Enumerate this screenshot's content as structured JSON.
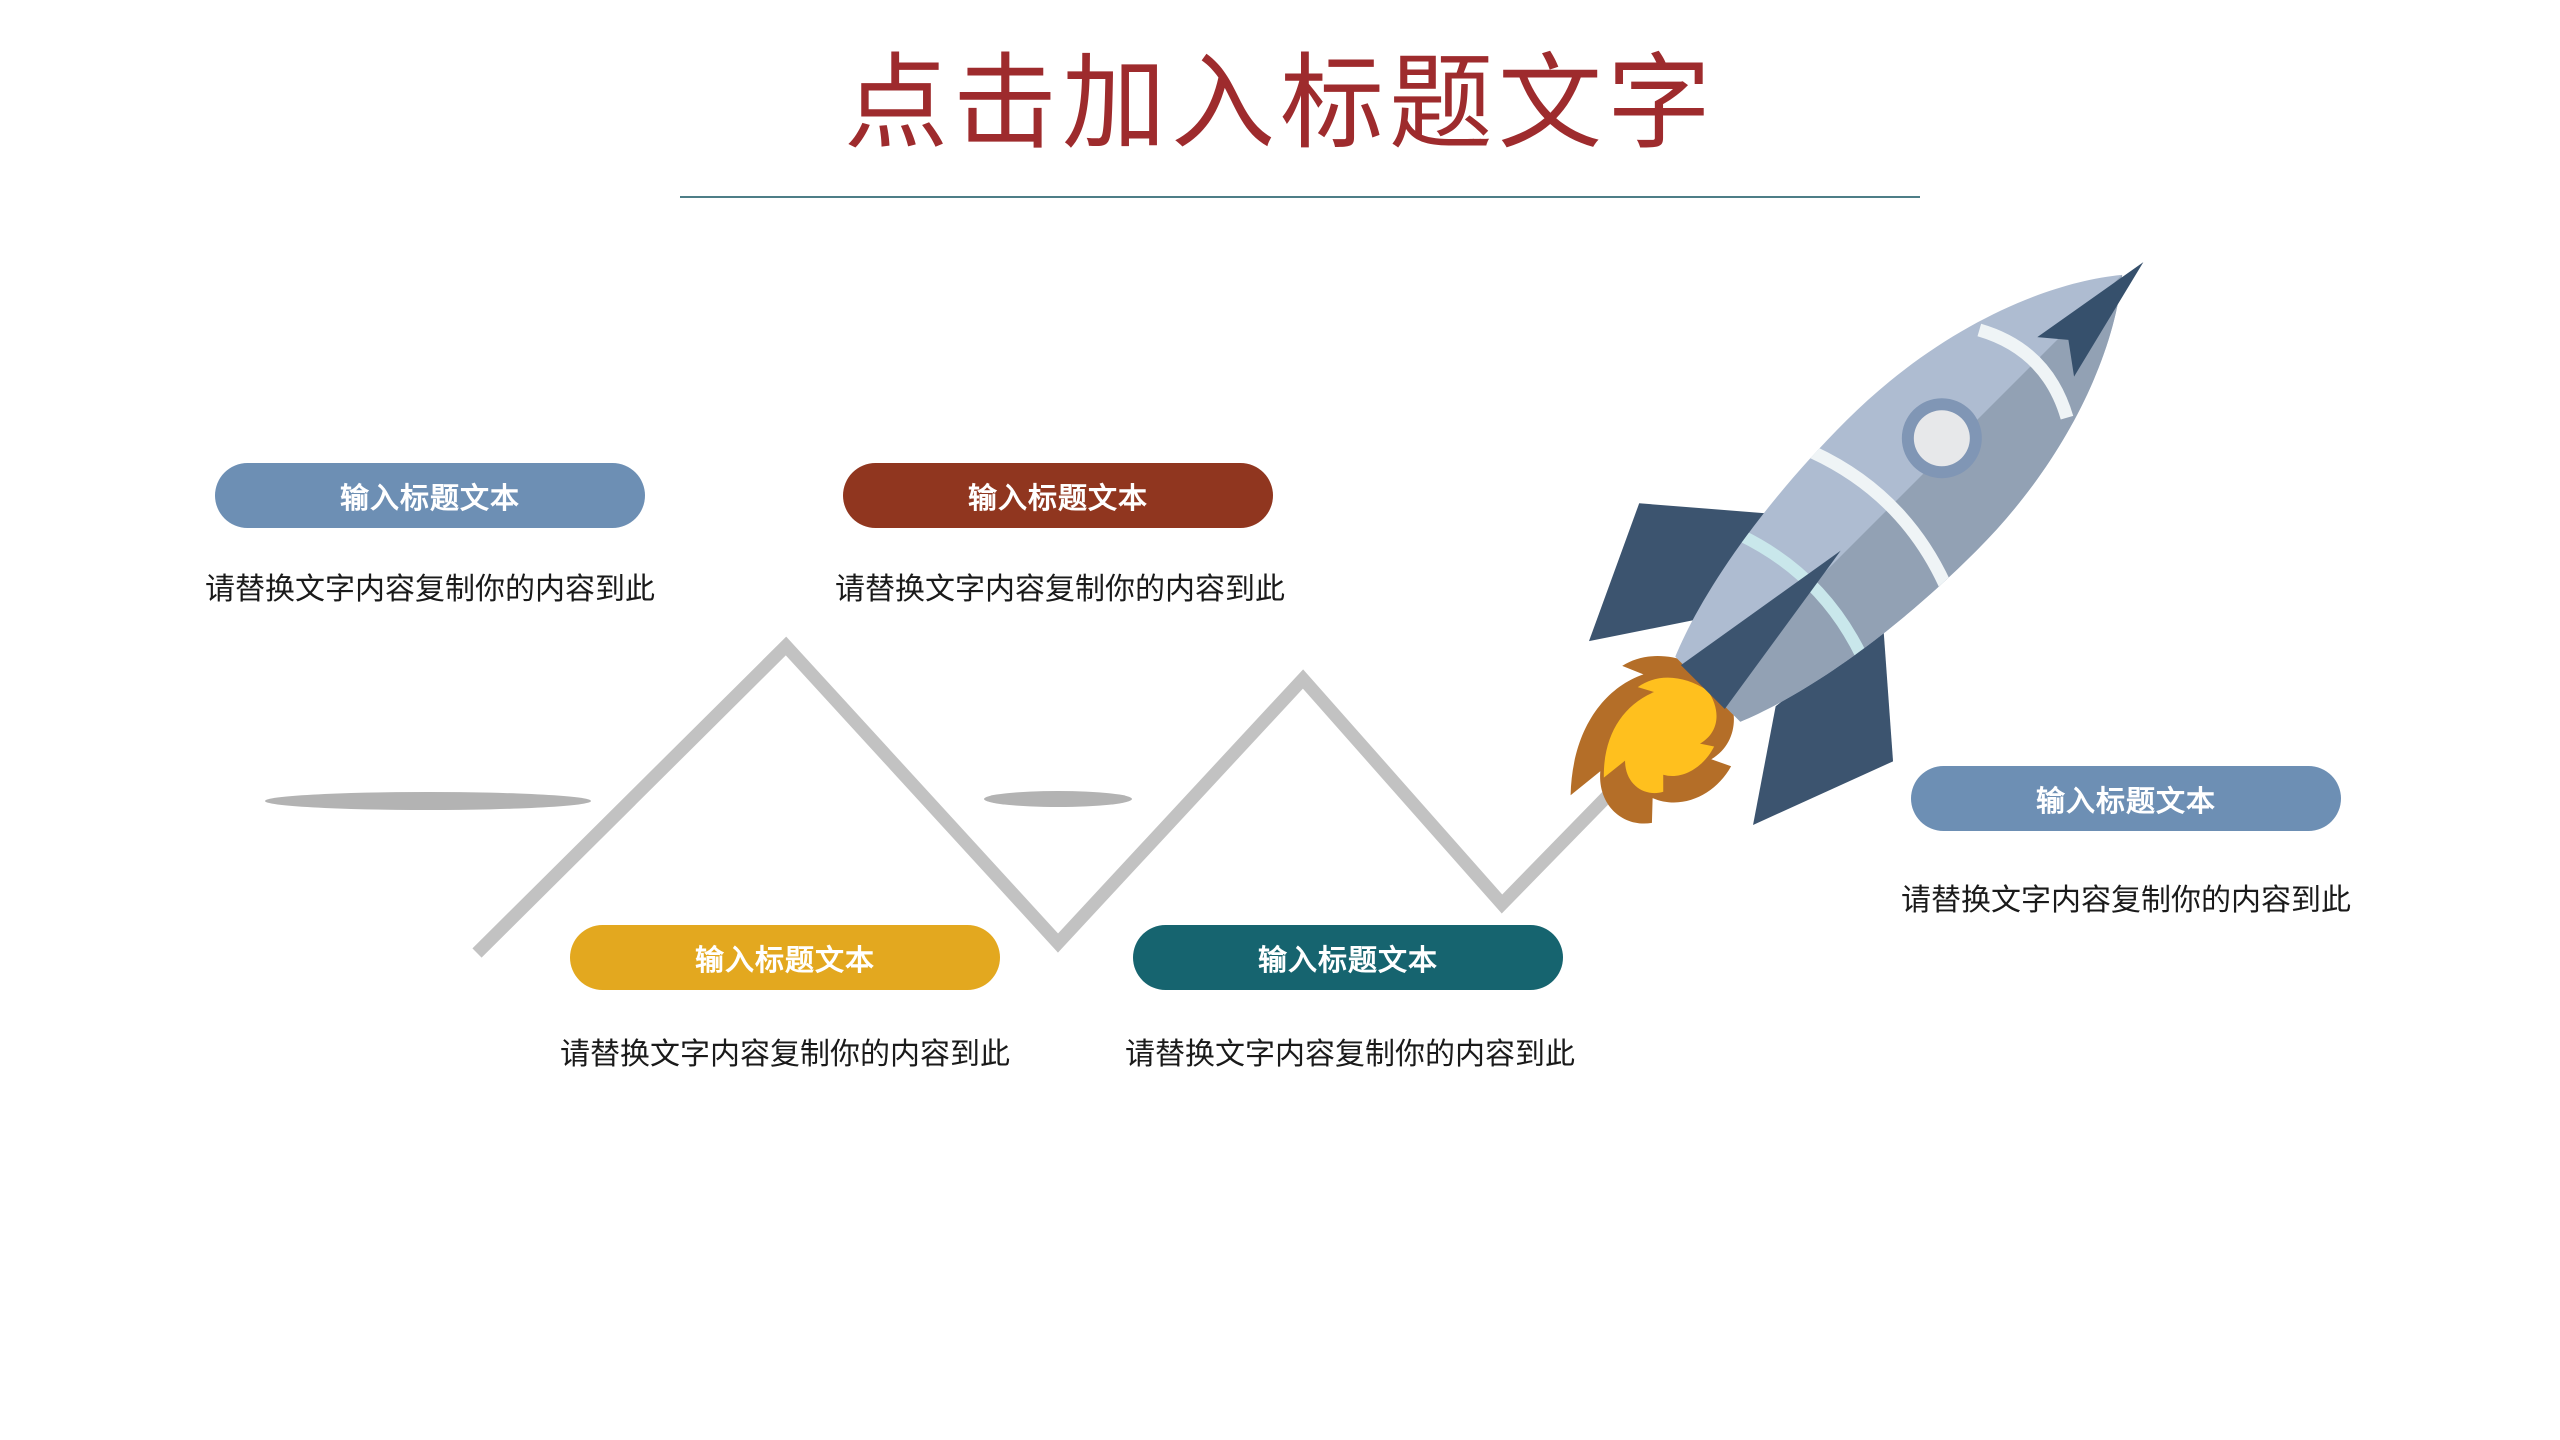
{
  "slide": {
    "title": "点击加入标题文字",
    "colors": {
      "title": "#9E2B2D",
      "divider": "#4E7E87",
      "zigzag_line": "#C2C2C2",
      "streak": "#B3B3B3",
      "background": "#FFFFFF",
      "desc_text": "#1A1A1A",
      "pill_text": "#FFFFFF"
    }
  },
  "items": [
    {
      "label": "输入标题文本",
      "desc": "请替换文字内容复制你的内容到此",
      "color": "#6D8FB4"
    },
    {
      "label": "输入标题文本",
      "desc": "请替换文字内容复制你的内容到此",
      "color": "#90361F"
    },
    {
      "label": "输入标题文本",
      "desc": "请替换文字内容复制你的内容到此",
      "color": "#E3A81F"
    },
    {
      "label": "输入标题文本",
      "desc": "请替换文字内容复制你的内容到此",
      "color": "#16646F"
    },
    {
      "label": "输入标题文本",
      "desc": "请替换文字内容复制你的内容到此",
      "color": "#6D8FB4"
    }
  ],
  "rocket": {
    "name": "rocket-icon",
    "colors": {
      "body": "#AEBCD1",
      "body_shadow": "#92A1B4",
      "fin": "#3C546F",
      "nose": "#36506C",
      "window_ring": "#8096B5",
      "window_glass": "#E7E8EA",
      "band_white": "#EFF4F6",
      "band_cyan": "#C9E7EB",
      "flame_outer": "#B46E28",
      "flame_inner": "#FFC01E"
    }
  }
}
